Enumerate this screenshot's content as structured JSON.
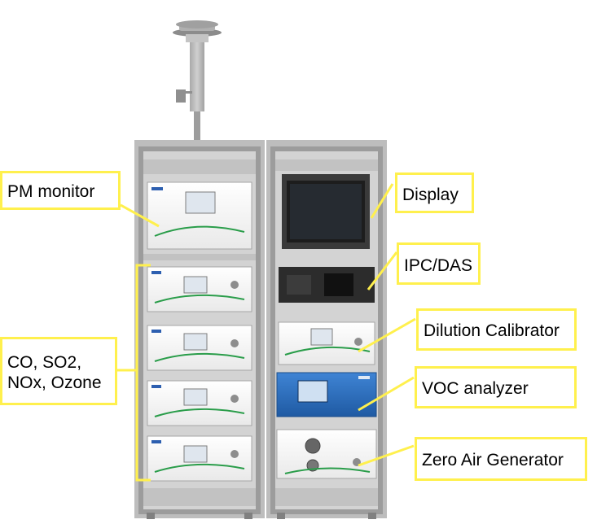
{
  "labels": {
    "pm_monitor": "PM monitor",
    "gases_line1": "CO, SO2,",
    "gases_line2": "NOx, Ozone",
    "display": "Display",
    "ipc_das": "IPC/DAS",
    "dilution_calibrator": "Dilution Calibrator",
    "voc_analyzer": "VOC analyzer",
    "zero_air_generator": "Zero Air Generator"
  },
  "colors": {
    "callout_border": "#fff04d",
    "callout_line": "#fff04d",
    "cabinet_frame": "#b9b9b9",
    "cabinet_inner": "#9a9a9a",
    "instrument_face": "#f4f4f4",
    "screen_dark": "#2b2b2b",
    "voc_panel": "#2d6fbf",
    "brand_accent": "#2a9d4a"
  }
}
